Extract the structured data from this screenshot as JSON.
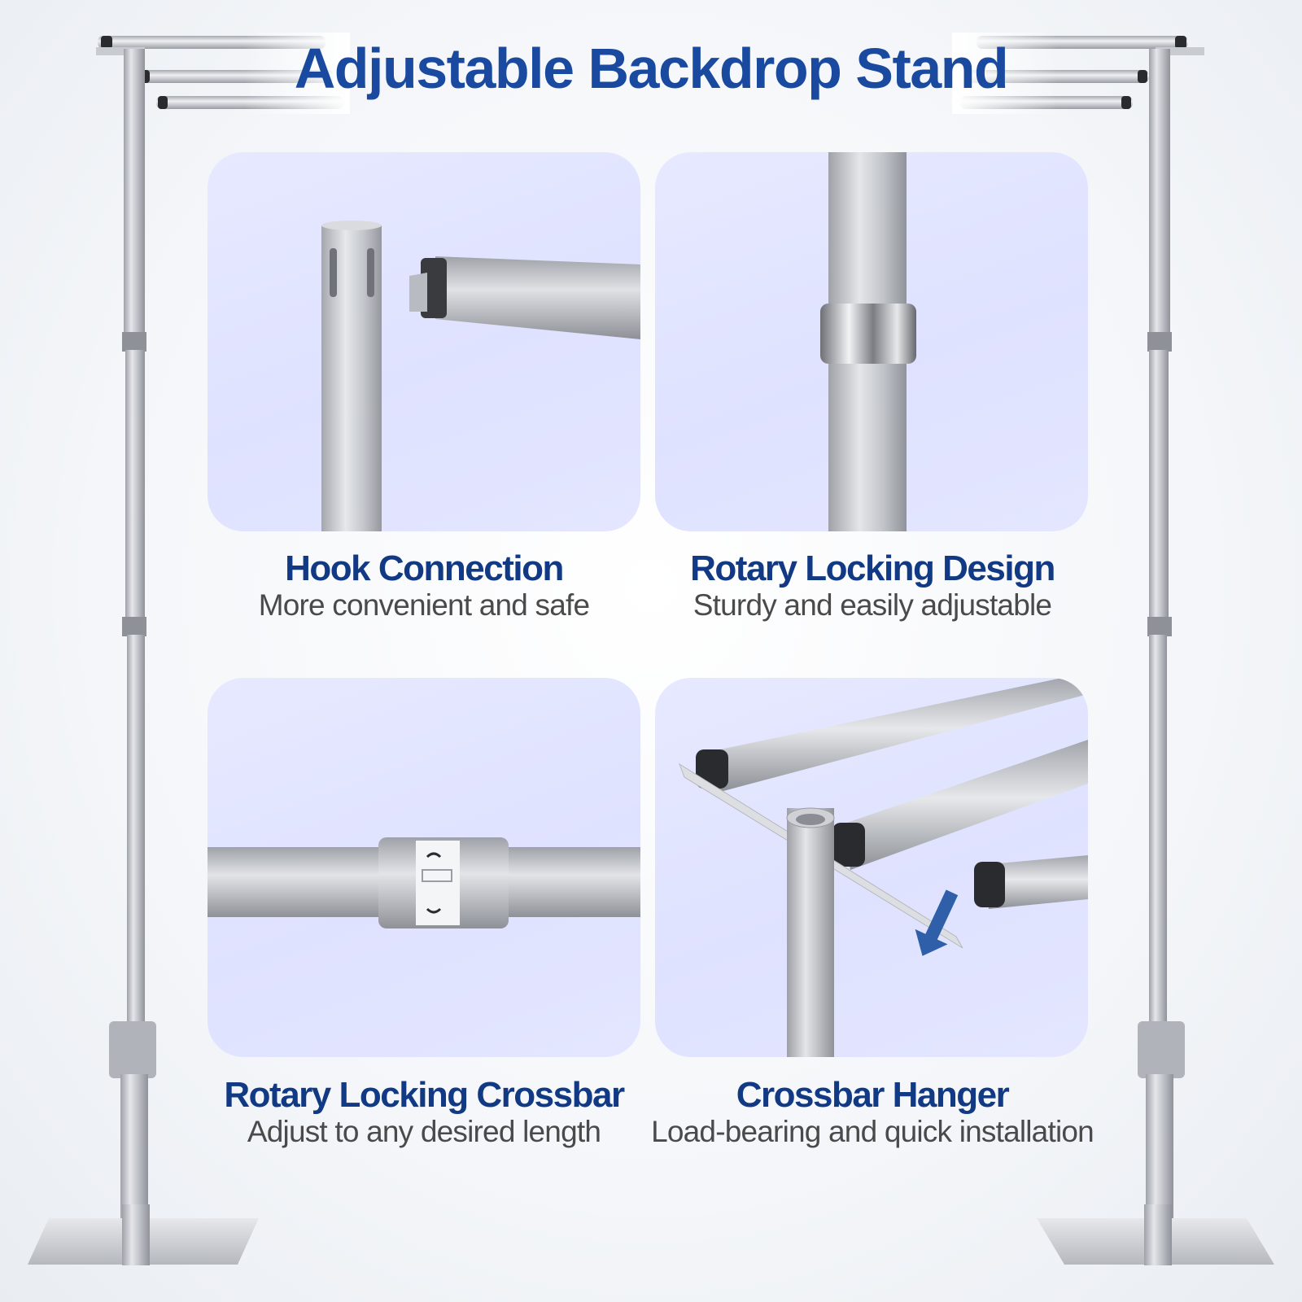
{
  "title": "Adjustable Backdrop Stand",
  "features": [
    {
      "title": "Hook Connection",
      "subtitle": "More convenient and safe",
      "icon": "hook-connection-photo"
    },
    {
      "title": "Rotary Locking Design",
      "subtitle": "Sturdy and easily adjustable",
      "icon": "rotary-lock-photo"
    },
    {
      "title": "Rotary Locking Crossbar",
      "subtitle": "Adjust to any desired length",
      "icon": "crossbar-photo"
    },
    {
      "title": "Crossbar Hanger",
      "subtitle": "Load-bearing and quick installation",
      "icon": "crossbar-hanger-photo"
    }
  ],
  "colors": {
    "title": "#1a4aa0",
    "caption_title": "#123a84",
    "caption_subtitle": "#4a4a4a",
    "card_background": "#e2e4ff",
    "metal": "#b9bcc2"
  }
}
